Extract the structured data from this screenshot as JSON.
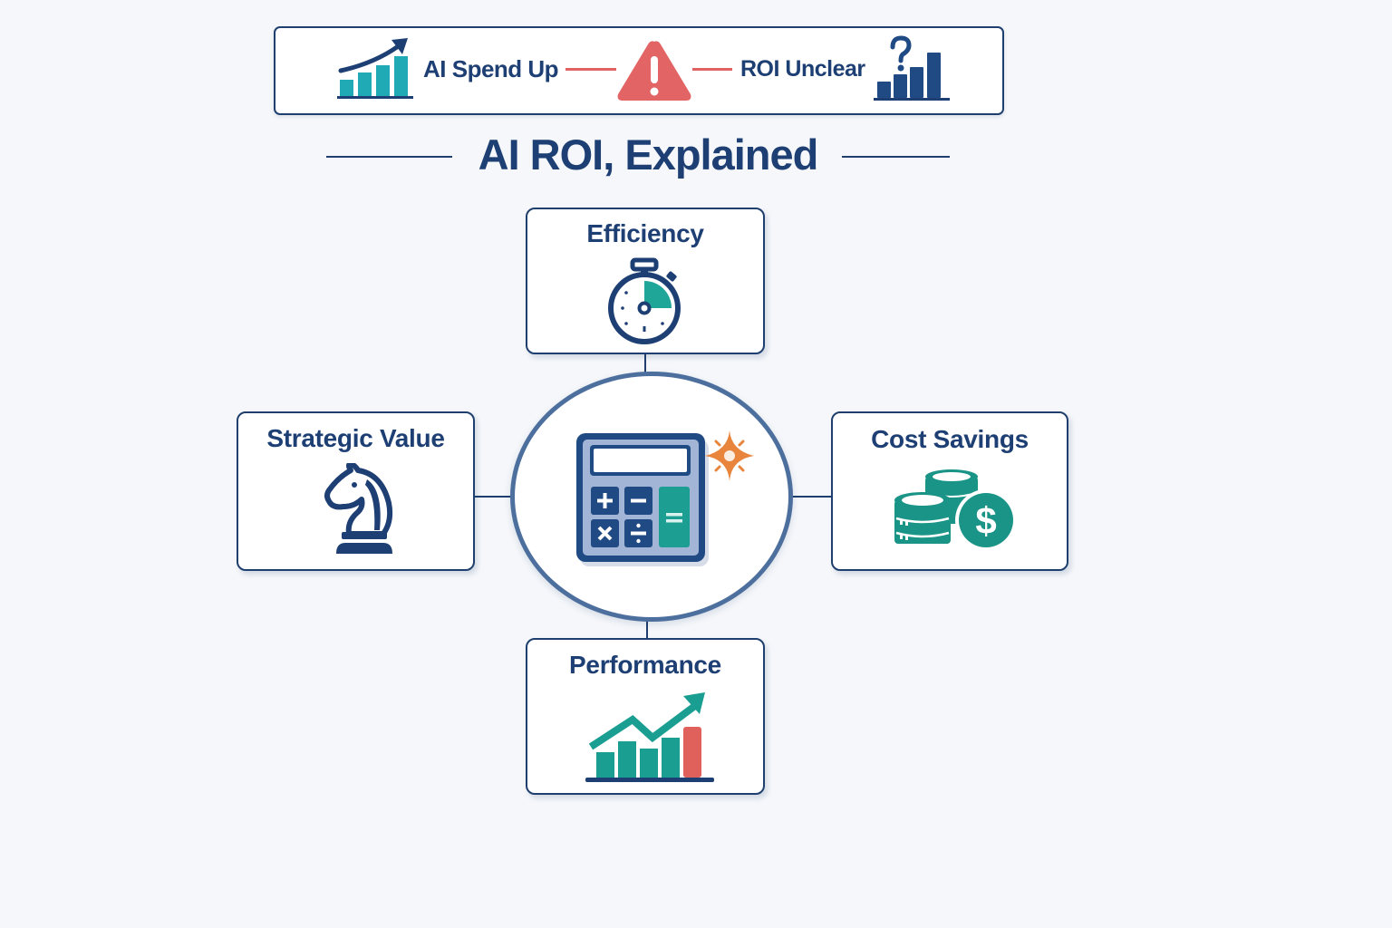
{
  "banner": {
    "left_label": "AI Spend Up",
    "right_label": "ROI Unclear",
    "left_icon": "rising-bar-chart-icon",
    "center_icon": "warning-triangle-icon",
    "right_icon": "question-bar-chart-icon"
  },
  "title": "AI ROI, Explained",
  "hub": {
    "icon": "calculator-sparkle-icon",
    "calculator_keys": [
      "+",
      "−",
      "×",
      "÷",
      "="
    ]
  },
  "cards": [
    {
      "id": "efficiency",
      "label": "Efficiency",
      "icon": "stopwatch-icon",
      "position": "top"
    },
    {
      "id": "strategic-value",
      "label": "Strategic Value",
      "icon": "chess-knight-icon",
      "position": "left"
    },
    {
      "id": "cost-savings",
      "label": "Cost Savings",
      "icon": "coins-dollar-icon",
      "position": "right",
      "symbol": "$"
    },
    {
      "id": "performance",
      "label": "Performance",
      "icon": "growth-chart-icon",
      "position": "bottom"
    }
  ],
  "colors": {
    "navy": "#1d3f73",
    "teal": "#1a9e8f",
    "teal_light": "#22b0b8",
    "red": "#e06262",
    "orange": "#e8843c",
    "background": "#f5f7fa",
    "hub_ring": "#4d6f9e",
    "calculator_body": "#9fb3d6"
  }
}
